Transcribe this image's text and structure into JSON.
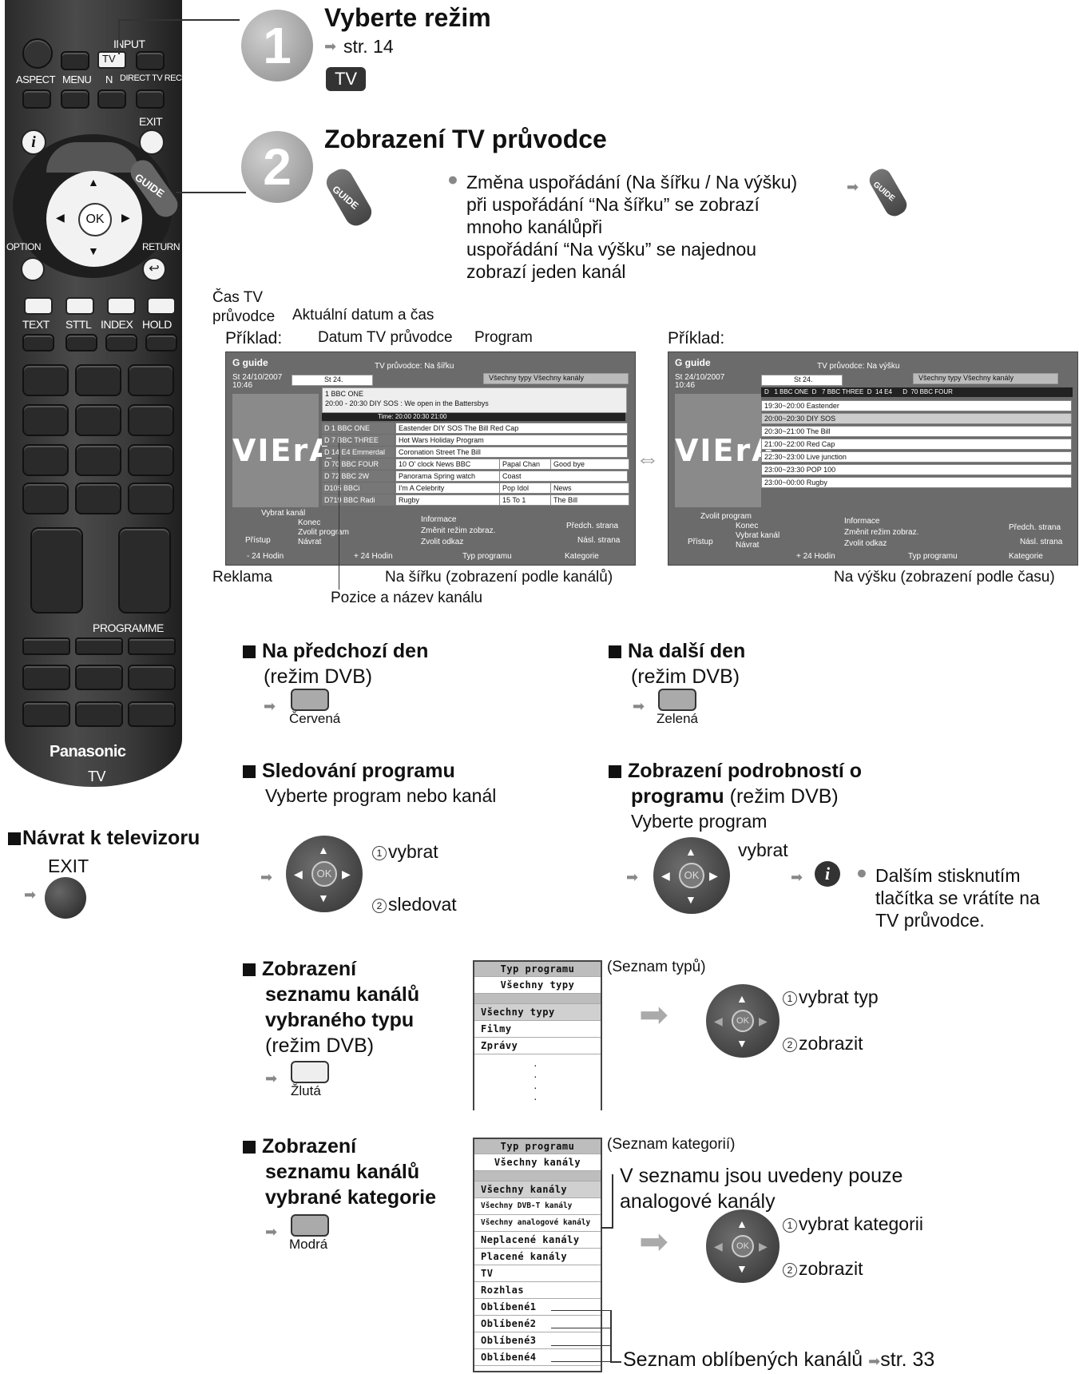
{
  "remote": {
    "input_label": "INPUT",
    "tv_label": "TV",
    "aspect_label": "ASPECT",
    "menu_label": "MENU",
    "n_label": "N",
    "direct_tv_rec_label": "DIRECT TV REC",
    "exit_label": "EXIT",
    "guide_label": "GUIDE",
    "ok_label": "OK",
    "option_label": "OPTION",
    "return_label": "RETURN",
    "text_label": "TEXT",
    "sttl_label": "STTL",
    "index_label": "INDEX",
    "hold_label": "HOLD",
    "programme_label": "PROGRAMME",
    "brand": "Panasonic",
    "model": "TV"
  },
  "step1": {
    "number": "1",
    "title": "Vyberte režim",
    "ref": "str. 14",
    "button": "TV"
  },
  "step2": {
    "number": "2",
    "title": "Zobrazení TV průvodce",
    "guide_label": "GUIDE",
    "note_line1": "Změna uspořádání (Na šířku / Na výšku)",
    "note_line2": "při uspořádání “Na šířku” se zobrazí",
    "note_line3": "mnoho kanálůpři",
    "note_line4": "uspořádání “Na výšku” se najednou",
    "note_line5": "zobrazí jeden kanál"
  },
  "annotations": {
    "guide_time_1": "Čas TV",
    "guide_time_2": "průvodce",
    "current_datetime": "Aktuální datum a čas",
    "example": "Příklad:",
    "guide_date": "Datum TV průvodce",
    "program": "Program",
    "example2": "Příklad:",
    "ad": "Reklama",
    "landscape": "Na šířku (zobrazení podle kanálů)",
    "channel_pos": "Pozice a název kanálu",
    "portrait": "Na výšku (zobrazení podle času)"
  },
  "screen_landscape": {
    "title": "TV průvodce: Na šířku",
    "date": "St 24/10/2007",
    "time": "10:46",
    "date_tab": "St 24.",
    "filter": "Všechny typy Všechny kanály",
    "info_line1": "1 BBC ONE",
    "info_line2": "20:00 - 20:30  DIY SOS : We open in the Battersbys",
    "timebar": "Time: 20:00  20:30  21:00",
    "logo": "VIErA",
    "rows": [
      {
        "ch": "D   1 BBC ONE",
        "p1": "Eastender DIY SOS The Bill Red Cap"
      },
      {
        "ch": "D   7 BBC THREE",
        "p1": "Hot Wars Holiday Program"
      },
      {
        "ch": "D  14 E4  Emmerdal",
        "p1": "Coronation Street The Bill"
      },
      {
        "ch": "D  70 BBC FOUR",
        "p1": "10 O' clock News BBC",
        "p2": "Papal Chan",
        "p3": "Good bye"
      },
      {
        "ch": "D  72 BBC 2W",
        "p1": "Panorama Spring watch",
        "p2": "Coast"
      },
      {
        "ch": "D105 BBCi",
        "p1": "I'm A Celebrity",
        "p2": "Pop Idol",
        "p3": "News"
      },
      {
        "ch": "D719 BBC Radi",
        "p1": "Rugby",
        "p2": "15 To 1",
        "p3": "The Bill"
      }
    ],
    "f_select": "Vybrat kanál",
    "f_exit": "Konec",
    "f_choose": "Zvolit program",
    "f_access": "Přístup",
    "f_return": "Návrat",
    "f_info": "Informace",
    "f_mode": "Změnit režim zobraz.",
    "f_ad": "Zvolit odkaz",
    "f_prev": "Předch. strana",
    "f_next": "Násl. strana",
    "f_minus": "- 24 Hodin",
    "f_plus": "+ 24 Hodin",
    "f_type": "Typ programu",
    "f_cat": "Kategorie"
  },
  "screen_portrait": {
    "title": "TV průvodce: Na výšku",
    "date": "St 24/10/2007",
    "time": "10:46",
    "date_tab": "St 24.",
    "filter": "Všechny typy Všechny kanály",
    "channels": "D   1 BBC ONE  D   7 BBC THREE  D  14 E4      D  70 BBC FOUR",
    "logo": "VIErA",
    "rows": [
      "19:30~20:00  Eastender",
      "20:00~20:30  DIY SOS",
      "20:30~21:00  The Bill",
      "21:00~22:00  Red Cap",
      "22:30~23:00  Live junction",
      "23:00~23:30  POP 100",
      "23:00~00:00  Rugby"
    ],
    "f_choose": "Zvolit program",
    "f_exit": "Konec",
    "f_select": "Vybrat kanál",
    "f_access": "Přístup",
    "f_return": "Návrat",
    "f_info": "Informace",
    "f_mode": "Změnit režim zobraz.",
    "f_ad": "Zvolit odkaz",
    "f_prev": "Předch. strana",
    "f_next": "Násl. strana",
    "f_plus": "+ 24 Hodin",
    "f_type": "Typ programu",
    "f_cat": "Kategorie"
  },
  "prev_day": {
    "title": "Na předchozí den",
    "sub": "(režim DVB)",
    "button": "Červená"
  },
  "next_day": {
    "title": "Na další den",
    "sub": "(režim DVB)",
    "button": "Zelená"
  },
  "watch": {
    "title": "Sledování programu",
    "sub": "Vyberte program nebo kanál",
    "step1": "vybrat",
    "step2": "sledovat",
    "ok": "OK"
  },
  "details": {
    "title1": "Zobrazení podrobností o",
    "title2": "programu",
    "title2_suffix": " (režim DVB)",
    "sub": "Vyberte program",
    "step1": "vybrat",
    "ok": "OK",
    "note1": "Dalším stisknutím",
    "note2": "tlačítka se vrátíte na",
    "note3": "TV průvodce."
  },
  "back_to_tv": {
    "title": "Návrat k televizoru",
    "button": "EXIT"
  },
  "type_list": {
    "title1": "Zobrazení",
    "title2": "seznamu kanálů",
    "title3": "vybraného typu",
    "sub": "(režim DVB)",
    "button": "Žlutá",
    "caption": "(Seznam typů)",
    "hdr1": "Typ programu",
    "hdr2": "Všechny typy",
    "items": [
      "Všechny typy",
      "Filmy",
      "Zprávy"
    ],
    "step1": "vybrat typ",
    "step2": "zobrazit",
    "ok": "OK"
  },
  "cat_list": {
    "title1": "Zobrazení",
    "title2": "seznamu kanálů",
    "title3": "vybrané kategorie",
    "button": "Modrá",
    "caption": "(Seznam kategorií)",
    "hdr1": "Typ programu",
    "hdr2": "Všechny kanály",
    "items": [
      "Všechny kanály",
      "Všechny DVB-T kanály",
      "Všechny analogové kanály",
      "Neplacené kanály",
      "Placené kanály",
      "TV",
      "Rozhlas",
      "Oblíbené1",
      "Oblíbené2",
      "Oblíbené3",
      "Oblíbené4"
    ],
    "note1": "V seznamu jsou uvedeny pouze",
    "note2": "analogové kanály",
    "step1": "vybrat kategorii",
    "step2": "zobrazit",
    "ok": "OK",
    "fav_note": "Seznam oblíbených kanálů",
    "fav_ref": "str. 33"
  }
}
